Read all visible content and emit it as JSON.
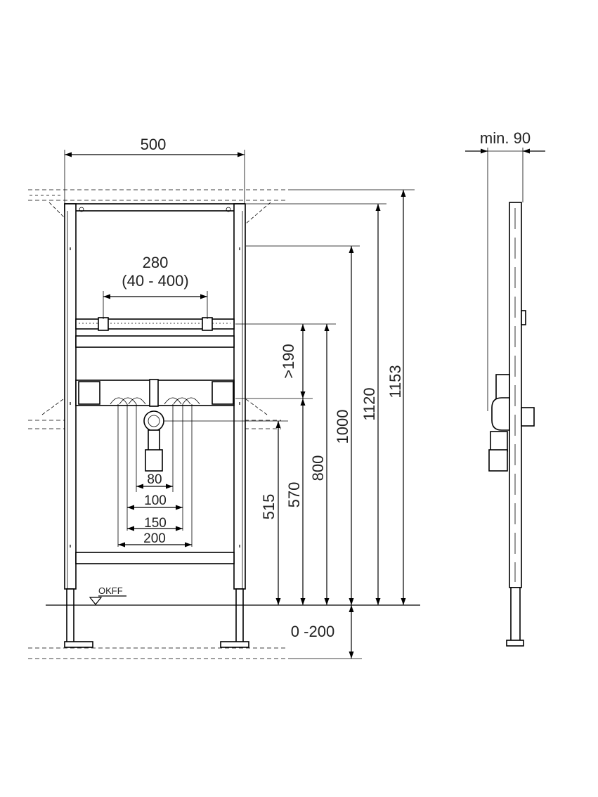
{
  "front_view": {
    "width_label": "500",
    "bracket_spacing_label": "280",
    "bracket_range_label": "(40 - 400)",
    "okff_label": "OKFF",
    "dims_vertical": {
      "gt190": ">190",
      "d515": "515",
      "d570": "570",
      "d800": "800",
      "d1000": "1000",
      "d1120": "1120",
      "d1153": "1153"
    },
    "dims_horizontal_small": {
      "d80": "80",
      "d100": "100",
      "d150": "150",
      "d200": "200"
    },
    "floor_range_label": "0 -200"
  },
  "side_view": {
    "depth_label": "min. 90"
  }
}
